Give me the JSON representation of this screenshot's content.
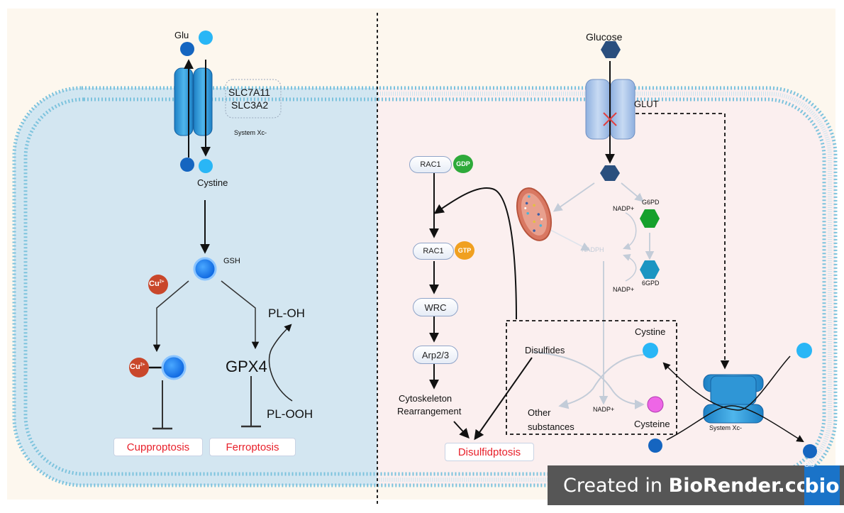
{
  "left": {
    "glu": "Glu",
    "transporter_line1": "SLC7A11",
    "transporter_line2": "SLC3A2",
    "system_xc": "System Xc-",
    "cystine": "Cystine",
    "gsh": "GSH",
    "cu": "Cu",
    "cu_sup": "2+",
    "gpx4": "GPX4",
    "pl_oh": "PL-OH",
    "pl_ooh": "PL-OOH",
    "cuproptosis": "Cupproptosis",
    "ferroptosis": "Ferroptosis"
  },
  "right": {
    "glucose": "Glucose",
    "glut": "GLUT",
    "rac1": "RAC1",
    "gdp": "GDP",
    "gtp": "GTP",
    "wrc": "WRC",
    "arp": "Arp2/3",
    "cytoskeleton_line1": "Cytoskeleton",
    "cytoskeleton_line2": "Rearrangement",
    "disulfidptosis": "Disulfidptosis",
    "nadp_plus": "NADP+",
    "g6pd": "G6PD",
    "sixgpd": "6GPD",
    "nadph": "NADPH",
    "cystine": "Cystine",
    "disulfides": "Disulfides",
    "other_line1": "Other",
    "other_line2": "substances",
    "cysteine": "Cysteine",
    "system_xc": "System Xc-",
    "glu": "Glu"
  },
  "watermark": {
    "text_prefix": "Created in ",
    "text_brand": "BioRender.com",
    "logo": "bio"
  },
  "colors": {
    "left_cell": "#d3e6f1",
    "right_cell": "#fbefef",
    "outer_bg": "#fdf7ee",
    "membrane": "#7cc3dd",
    "channel": "#2f96d6",
    "dark_dot": "#1565c0",
    "light_dot": "#29b6f6",
    "cu_ion": "#c9472b",
    "red_text": "#e8202a",
    "gdp_green": "#2eaa3a",
    "gtp_orange": "#f0a020",
    "g6pd_green": "#16a02c",
    "sixgpd_teal": "#1c95c2",
    "glucose_hex": "#2a4f7e",
    "cysteine_pink": "#ee66e6"
  },
  "icons": [
    "glut-block-x-icon",
    "mitochondrion-icon",
    "inhibition-bar-icon"
  ]
}
